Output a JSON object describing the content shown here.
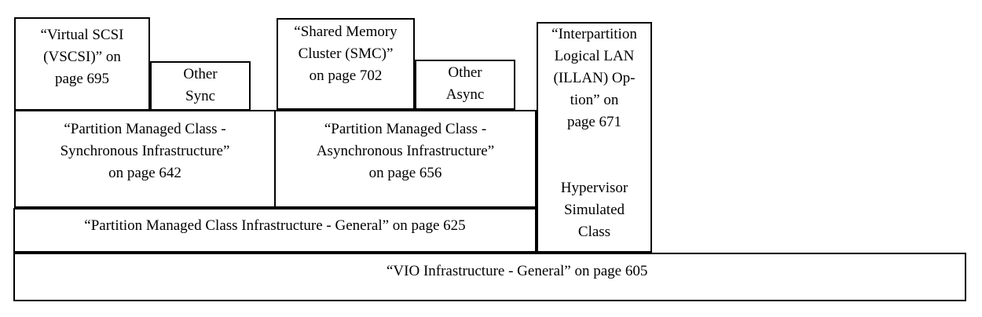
{
  "figure": {
    "background": "#ffffff",
    "line_color": "#000000",
    "boxes": {
      "vscsi": {
        "lines": [
          "“Virtual SCSI",
          "(VSCSI)” on",
          "page 695"
        ]
      },
      "other_sync": {
        "lines": [
          "Other",
          "Sync"
        ]
      },
      "smc": {
        "lines": [
          "“Shared Memory",
          "Cluster (SMC)”",
          "on page 702"
        ]
      },
      "other_async": {
        "lines": [
          "Other",
          "Async"
        ]
      },
      "illan": {
        "lines": [
          "“Interpartition",
          "Logical LAN",
          "(ILLAN) Op-",
          "tion” on",
          "page 671"
        ]
      },
      "hypervisor_simulated": {
        "lines": [
          "Hypervisor",
          "Simulated",
          "Class"
        ]
      },
      "pmc_sync": {
        "lines": [
          "“Partition Managed Class -",
          "Synchronous Infrastructure”",
          "on page 642"
        ]
      },
      "pmc_async": {
        "lines": [
          "“Partition Managed Class -",
          "Asynchronous Infrastructure”",
          "on page 656"
        ]
      },
      "pmc_general": {
        "label": "“Partition Managed Class Infrastructure - General” on page 625"
      },
      "vio_general": {
        "label": "“VIO Infrastructure - General” on page 605"
      }
    }
  }
}
